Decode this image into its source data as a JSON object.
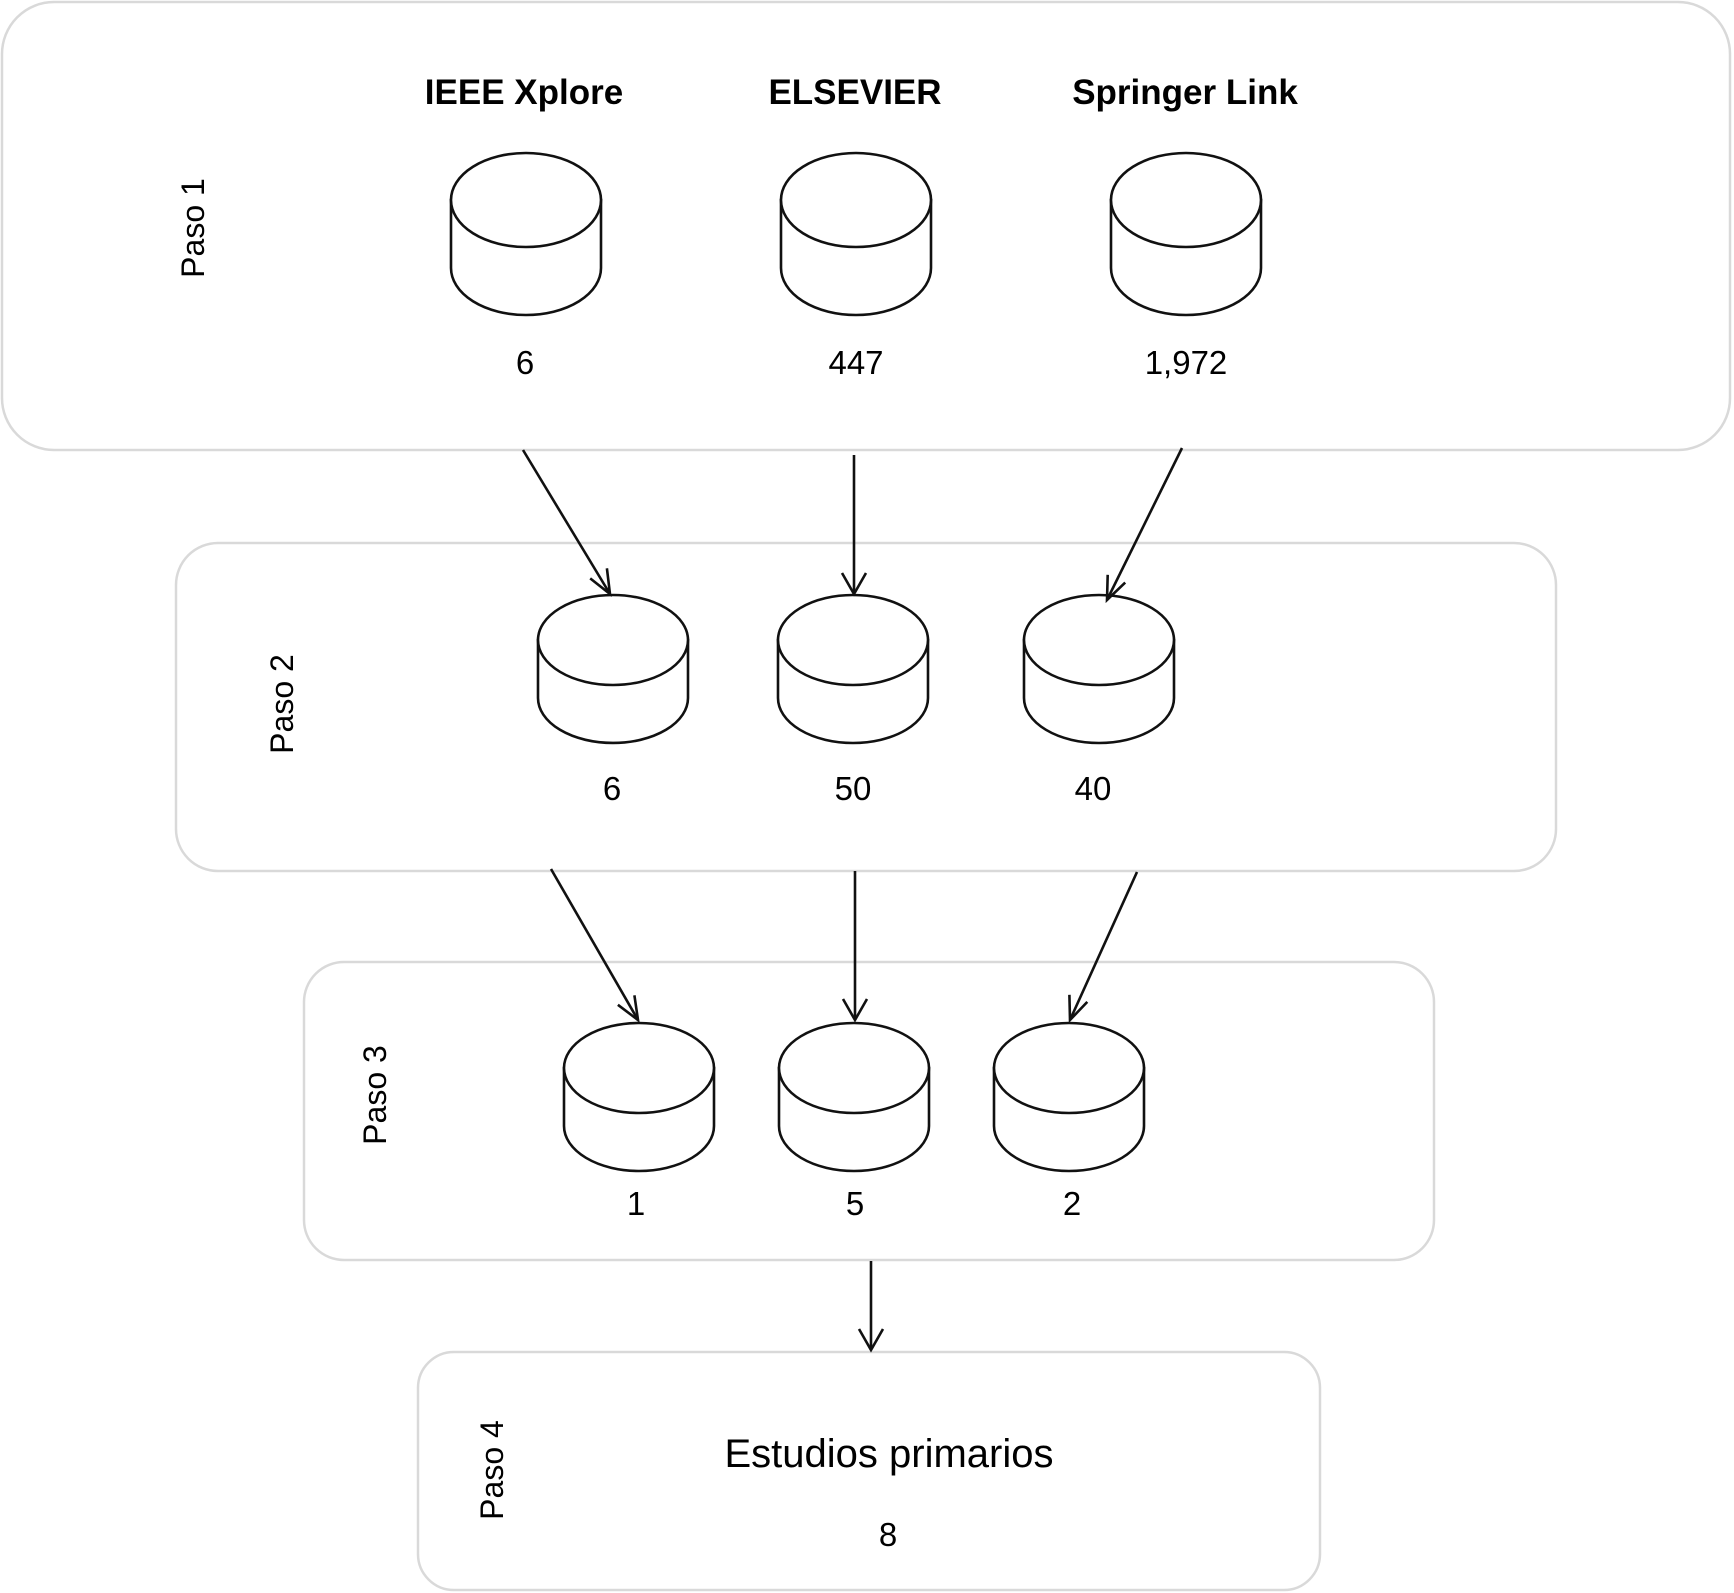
{
  "databases": [
    "IEEE Xplore",
    "ELSEVIER",
    "Springer Link"
  ],
  "steps": [
    {
      "label": "Paso 1",
      "counts": [
        "6",
        "447",
        "1,972"
      ]
    },
    {
      "label": "Paso 2",
      "counts": [
        "6",
        "50",
        "40"
      ]
    },
    {
      "label": "Paso 3",
      "counts": [
        "1",
        "5",
        "2"
      ]
    },
    {
      "label": "Paso 4",
      "result_title": "Estudios primarios",
      "result_count": "8"
    }
  ]
}
